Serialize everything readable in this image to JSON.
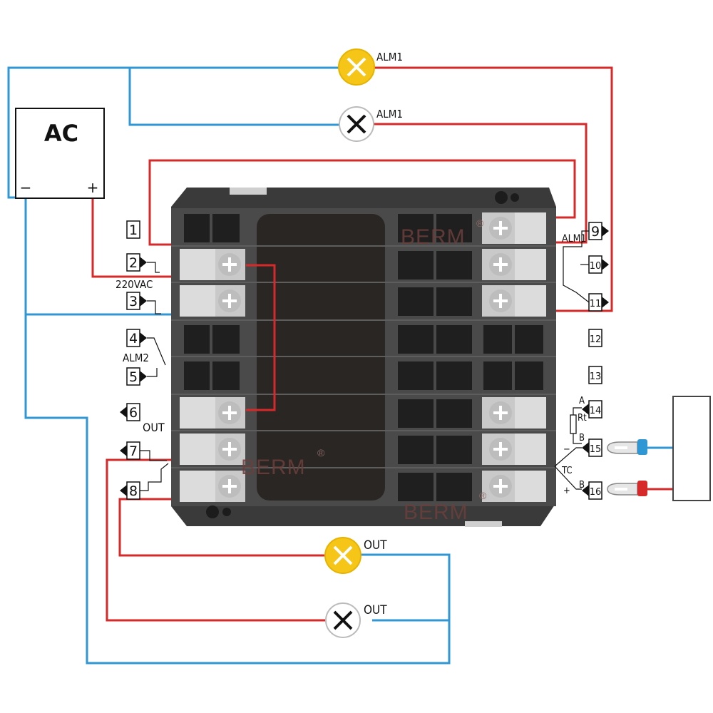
{
  "colors": {
    "live": "#d62a2a",
    "neutral": "#2f97d3",
    "lamp_on": "#f5c518",
    "lamp_off": "#ffffff",
    "housing": "#3a3a3a",
    "terminal": "#dcdcdc"
  },
  "power_source": {
    "label": "AC",
    "minus": "−",
    "plus": "+"
  },
  "lamps": {
    "alm1_on": "ALM1",
    "alm1_off": "ALM1",
    "out_on": "OUT",
    "out_off": "OUT"
  },
  "terminals": [
    "1",
    "2",
    "3",
    "4",
    "5",
    "6",
    "7",
    "8",
    "9",
    "10",
    "11",
    "12",
    "13",
    "14",
    "15",
    "16"
  ],
  "labels": {
    "supply": "220VAC",
    "alm2": "ALM2",
    "out": "OUT",
    "alm1": "ALM1",
    "rtd_a": "A",
    "rtd_rt": "Rt",
    "rtd_b1": "B",
    "tc": "TC",
    "tc_b": "B",
    "tc_minus": "−",
    "tc_plus": "+"
  },
  "brand": {
    "name": "BERM",
    "mark": "®"
  }
}
